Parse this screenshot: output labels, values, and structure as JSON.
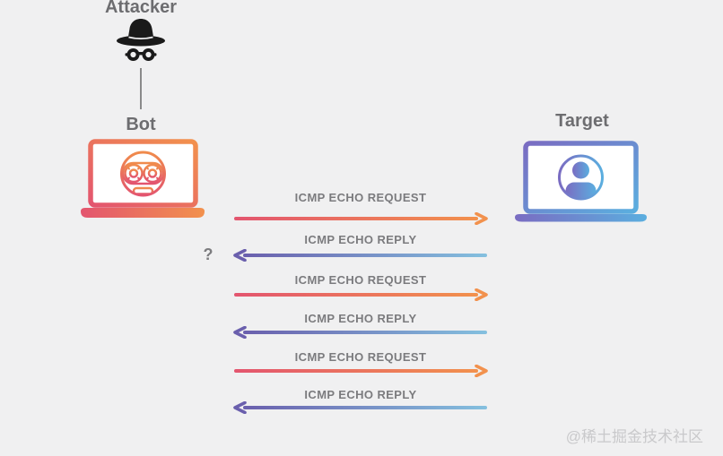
{
  "nodes": {
    "attacker": {
      "label": "Attacker",
      "icon": "spy-hat-icon"
    },
    "bot": {
      "label": "Bot",
      "icon": "robot-laptop-icon"
    },
    "target": {
      "label": "Target",
      "icon": "user-laptop-icon"
    }
  },
  "question_mark": "?",
  "messages": [
    {
      "label": "ICMP ECHO REQUEST",
      "direction": "right",
      "from": "Bot",
      "to": "Target"
    },
    {
      "label": "ICMP ECHO REPLY",
      "direction": "left",
      "from": "Target",
      "to": "Bot"
    },
    {
      "label": "ICMP ECHO REQUEST",
      "direction": "right",
      "from": "Bot",
      "to": "Target"
    },
    {
      "label": "ICMP ECHO REPLY",
      "direction": "left",
      "from": "Target",
      "to": "Bot"
    },
    {
      "label": "ICMP ECHO REQUEST",
      "direction": "right",
      "from": "Bot",
      "to": "Target"
    },
    {
      "label": "ICMP ECHO REPLY",
      "direction": "left",
      "from": "Target",
      "to": "Bot"
    }
  ],
  "watermark": "@稀土掘金技术社区",
  "colors": {
    "background": "#F0F0F1",
    "node_label_text": "#6D6D70",
    "message_text": "#7B7B7E",
    "question_mark_text": "#7C7C7F",
    "connector_line": "#8A8A8A",
    "attacker_icon": "#1A1A1A",
    "request_gradient_start": "#E3556F",
    "request_gradient_end": "#F2914D",
    "reply_gradient_start": "#6A5FAD",
    "reply_gradient_end": "#84C0DF",
    "bot_gradient_start": "#F2914D",
    "bot_gradient_end": "#E3556F",
    "target_gradient_start": "#7A6CC2",
    "target_gradient_end": "#5BAEDF",
    "watermark_text": "#C9C9CB"
  }
}
